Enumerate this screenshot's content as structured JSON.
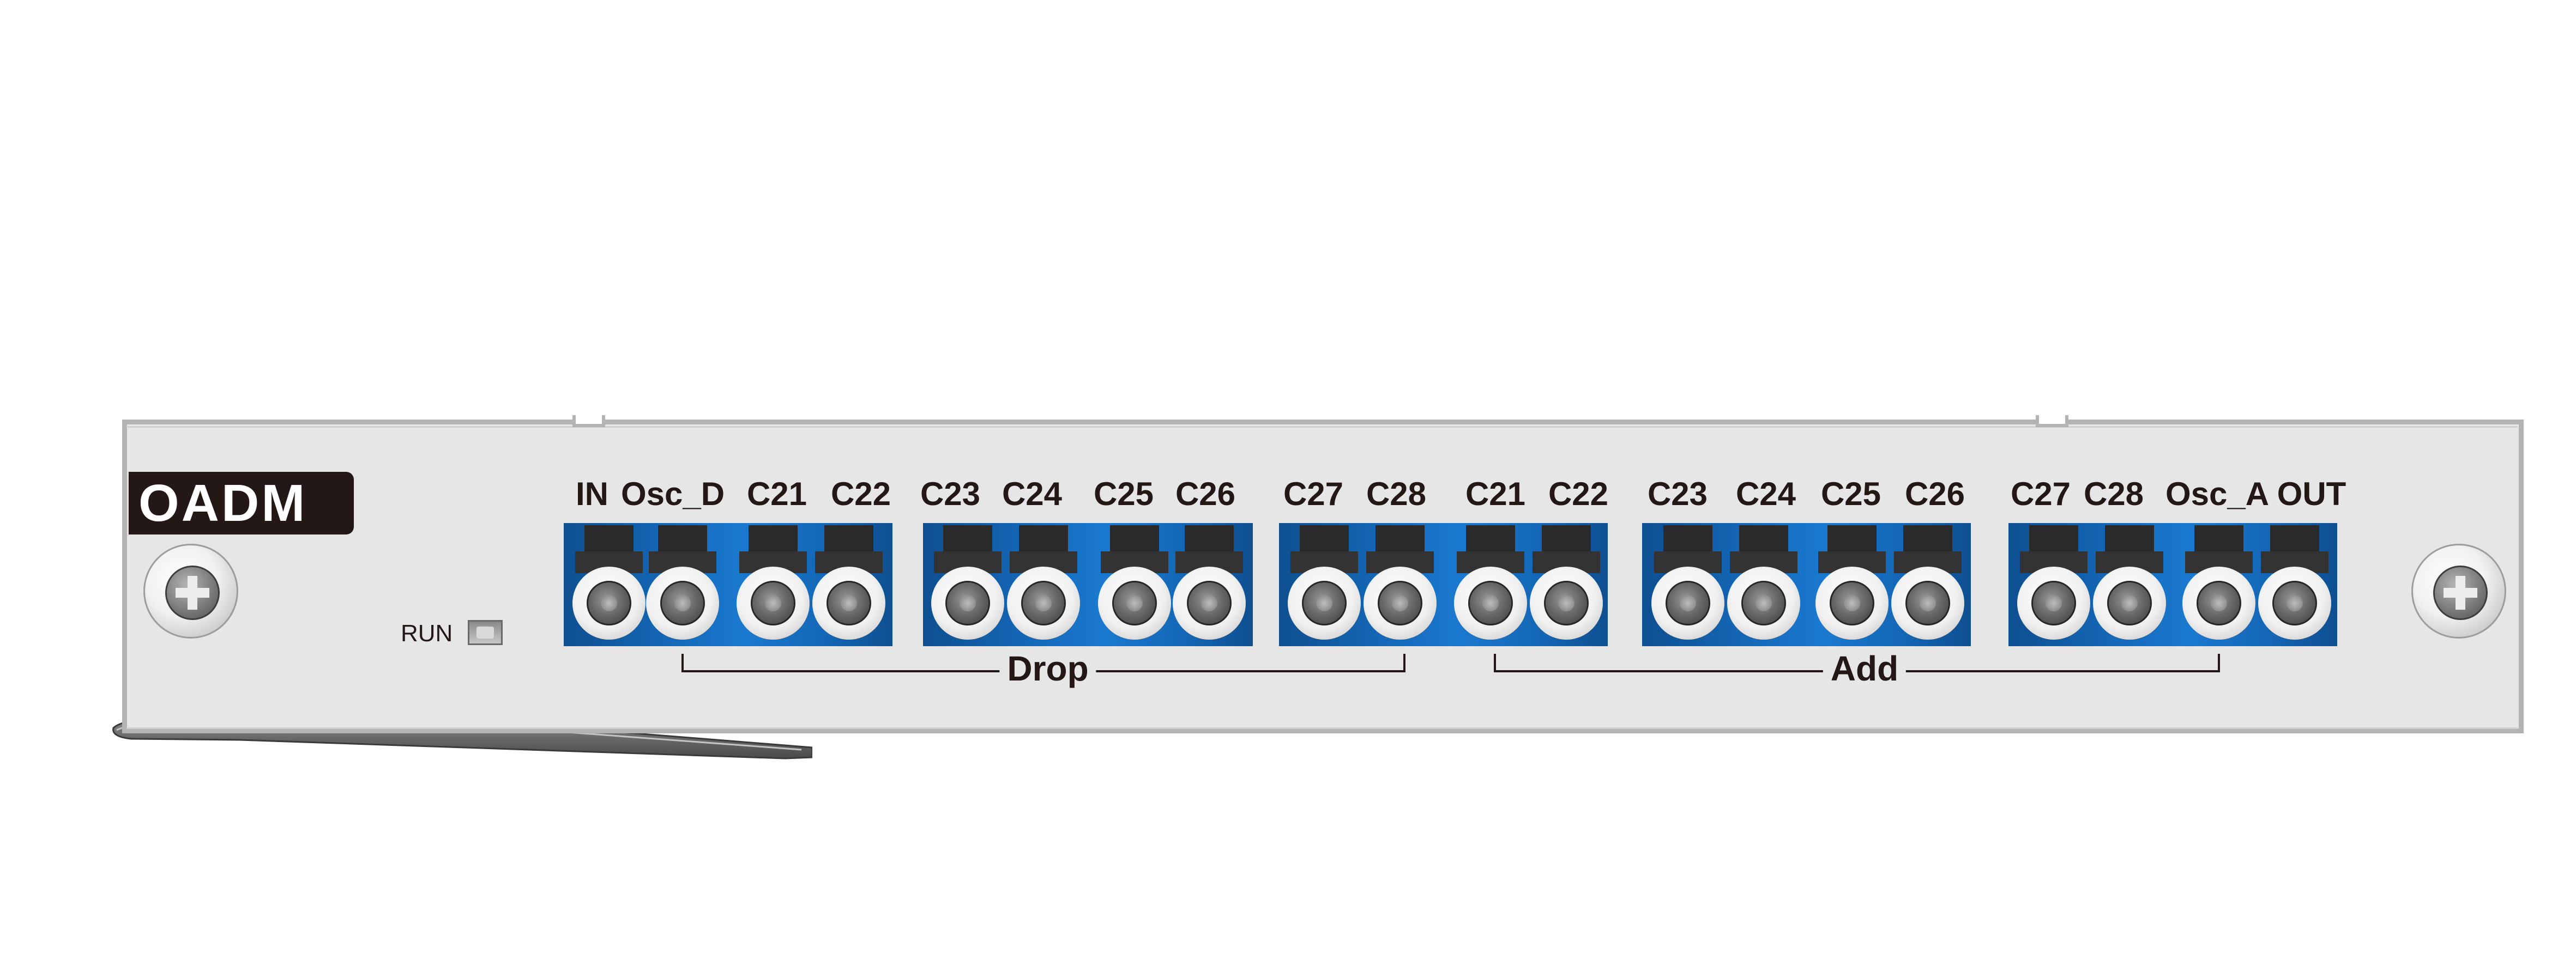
{
  "card": {
    "title": "OADM",
    "run_label": "RUN"
  },
  "ports": {
    "labels": [
      "IN",
      "Osc_D",
      "C21",
      "C22",
      "C23",
      "C24",
      "C25",
      "C26",
      "C27",
      "C28",
      "C21",
      "C22",
      "C23",
      "C24",
      "C25",
      "C26",
      "C27",
      "C28",
      "Osc_A",
      "OUT"
    ]
  },
  "groups": {
    "drop": "Drop",
    "add": "Add"
  },
  "colors": {
    "port_block": "#1466b5",
    "faceplate": "#e6e6e6",
    "badge": "#231815"
  }
}
